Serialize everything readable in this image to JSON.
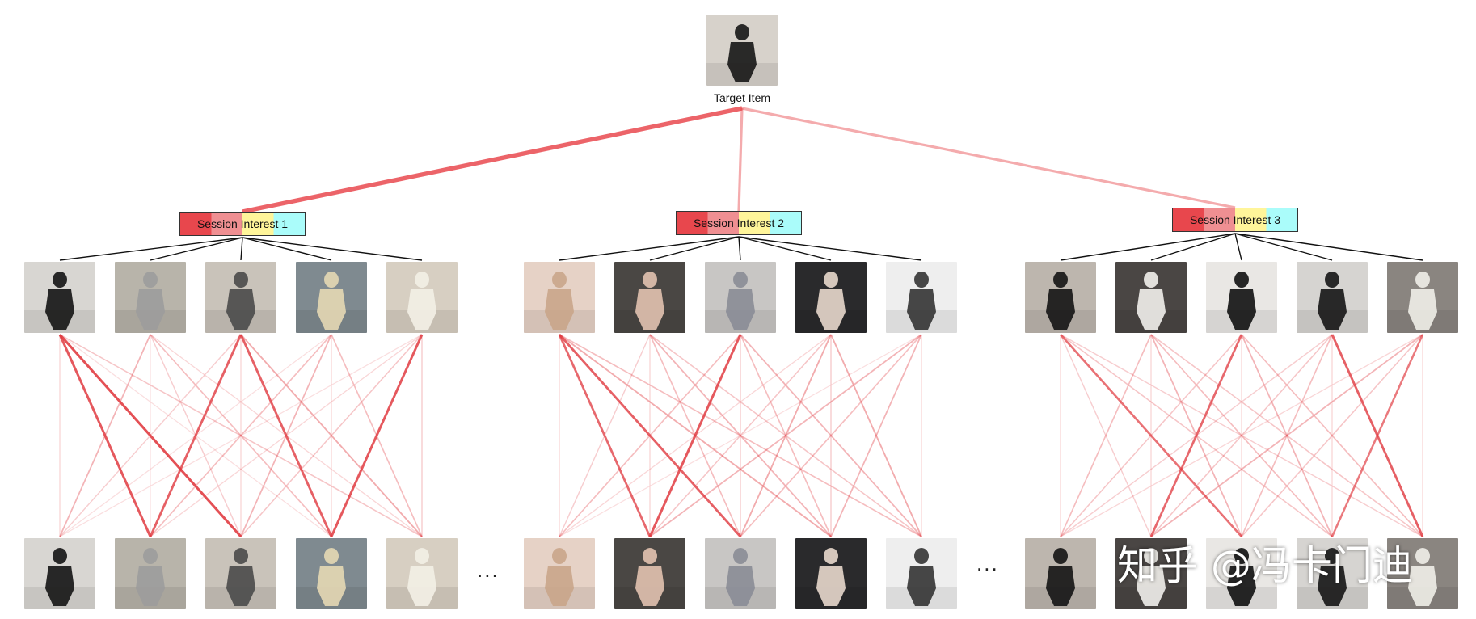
{
  "target": {
    "label": "Target Item",
    "image_icon": "woman-in-black-leggings-photo"
  },
  "session_box_colors": [
    "#e8474d",
    "#ef8f92",
    "#fff59a",
    "#aafcfa"
  ],
  "sessions": [
    {
      "label": "Session Interest 1",
      "target_link_strength": 0.85,
      "items": [
        {
          "icon": "black-wide-pants-photo",
          "bg": "#d8d6d2",
          "fg": "#141414"
        },
        {
          "icon": "grey-jacket-photo",
          "bg": "#b8b4aa",
          "fg": "#9c9c9c"
        },
        {
          "icon": "striped-pants-photo",
          "bg": "#c9c3ba",
          "fg": "#4a4a4a"
        },
        {
          "icon": "beige-coat-photo",
          "bg": "#7f8a90",
          "fg": "#e6d8b4"
        },
        {
          "icon": "white-pants-photo",
          "bg": "#d7cfc2",
          "fg": "#f3efe6"
        }
      ],
      "self_attention": [
        [
          0.15,
          0.35,
          0.2,
          0.1,
          0.1
        ],
        [
          0.9,
          0.1,
          0.85,
          0.3,
          0.15
        ],
        [
          0.95,
          0.2,
          0.15,
          0.35,
          0.25
        ],
        [
          0.1,
          0.3,
          0.85,
          0.15,
          0.9
        ],
        [
          0.25,
          0.15,
          0.4,
          0.3,
          0.2
        ]
      ]
    },
    {
      "label": "Session Interest 2",
      "target_link_strength": 0.3,
      "items": [
        {
          "icon": "hand-with-ring-photo",
          "bg": "#e6d2c6",
          "fg": "#c9a58a"
        },
        {
          "icon": "hand-on-dark-photo",
          "bg": "#4a4744",
          "fg": "#e2c2b0"
        },
        {
          "icon": "fur-ring-photo",
          "bg": "#c8c6c4",
          "fg": "#8a8c96"
        },
        {
          "icon": "hand-with-perfume-photo",
          "bg": "#2a2a2c",
          "fg": "#e8d8cc"
        },
        {
          "icon": "nail-set-photo",
          "bg": "#eeeeee",
          "fg": "#333333"
        }
      ],
      "self_attention": [
        [
          0.15,
          0.2,
          0.3,
          0.15,
          0.1
        ],
        [
          0.8,
          0.15,
          0.9,
          0.25,
          0.35
        ],
        [
          0.85,
          0.3,
          0.2,
          0.4,
          0.3
        ],
        [
          0.4,
          0.35,
          0.3,
          0.2,
          0.35
        ],
        [
          0.3,
          0.25,
          0.35,
          0.4,
          0.15
        ]
      ]
    },
    {
      "label": "Session Interest 3",
      "target_link_strength": 0.3,
      "items": [
        {
          "icon": "black-jacket-photo",
          "bg": "#bdb6ae",
          "fg": "#141414"
        },
        {
          "icon": "white-sweater-photo",
          "bg": "#4a4644",
          "fg": "#f2f0ec"
        },
        {
          "icon": "black-sweater-photo",
          "bg": "#e9e7e4",
          "fg": "#111111"
        },
        {
          "icon": "black-hoodie-photo",
          "bg": "#d6d4d1",
          "fg": "#151515"
        },
        {
          "icon": "black-white-sweater-photo",
          "bg": "#8a8580",
          "fg": "#f0eee8"
        }
      ],
      "self_attention": [
        [
          0.15,
          0.3,
          0.25,
          0.2,
          0.15
        ],
        [
          0.2,
          0.15,
          0.8,
          0.25,
          0.35
        ],
        [
          0.75,
          0.35,
          0.15,
          0.3,
          0.25
        ],
        [
          0.25,
          0.3,
          0.35,
          0.15,
          0.7
        ],
        [
          0.2,
          0.25,
          0.3,
          0.85,
          0.15
        ]
      ]
    }
  ],
  "ellipsis_text": "...",
  "watermark": "知乎 @冯卡门迪"
}
